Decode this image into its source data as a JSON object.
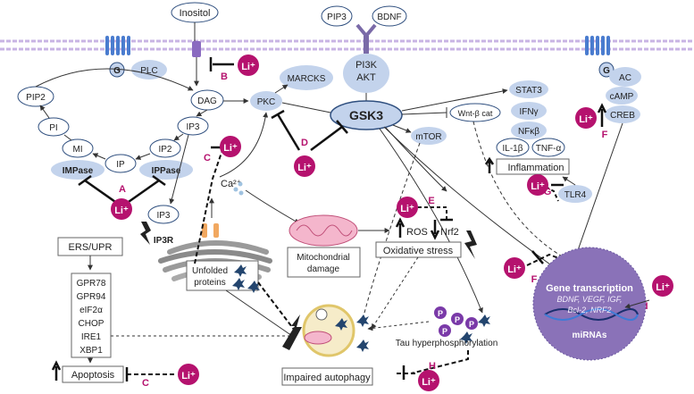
{
  "colors": {
    "membrane": "#c8b4e4",
    "node_fill": "#c3d3ec",
    "node_stroke": "#2f4f7f",
    "lithium": "#b5126e",
    "nucleus": "#8a72b8",
    "phospho": "#7a3aa8",
    "receptor": "#4a7ccf"
  },
  "membrane": {
    "inositol": "Inositol",
    "pip3": "PIP3",
    "bdnf": "BDNF",
    "pi3k": "PI3K",
    "akt": "AKT",
    "g_left": "G",
    "plc": "PLC",
    "g_right": "G",
    "ac": "AC"
  },
  "nodes": {
    "pip2": "PIP2",
    "dag": "DAG",
    "pkc": "PKC",
    "marcks": "MARCKS",
    "gsk3": "GSK3",
    "pi": "PI",
    "ip3_top": "IP3",
    "mi": "MI",
    "ip": "IP",
    "ip2": "IP2",
    "impase": "IMPase",
    "ippase": "IPPase",
    "ip3_er": "IP3",
    "ip3r": "IP3R",
    "ca": "Ca²⁺",
    "stat3": "STAT3",
    "ifng": "IFNγ",
    "nfkb": "NFκβ",
    "il1b": "IL-1β",
    "tnfa": "TNF-α",
    "wnt": "Wnt-β cat",
    "mtor": "mTOR",
    "tlr4": "TLR4",
    "camp": "cAMP",
    "creb": "CREB"
  },
  "boxes": {
    "ers_upr": "ERS/UPR",
    "ers_list": [
      "GPR78",
      "GPR94",
      "eIF2α",
      "CHOP",
      "IRE1",
      "XBP1"
    ],
    "apoptosis": "Apoptosis",
    "unfolded_1": "Unfolded",
    "unfolded_2": "proteins",
    "mito_1": "Mitochondrial",
    "mito_2": "damage",
    "ros": "ROS",
    "nrf2": "Nrf2",
    "oxidative": "Oxidative stress",
    "inflammation": "Inflammation",
    "impaired_autophagy": "Impaired autophagy",
    "tau": "Tau hyperphosphorylation",
    "ca_label": "Ca²⁺"
  },
  "nucleus": {
    "title": "Gene transcription",
    "genes_1": "BDNF, VEGF, IGF,",
    "genes_2": "Bcl-2, NRF2",
    "mirnas": "miRNAs"
  },
  "lithium": {
    "label": "Li⁺"
  },
  "letters": {
    "a": "A",
    "b": "B",
    "c1": "C",
    "c2": "C",
    "d": "D",
    "e": "E",
    "f1": "F",
    "f2": "F",
    "g": "G",
    "h": "H",
    "i": "I"
  },
  "phospho": "P"
}
